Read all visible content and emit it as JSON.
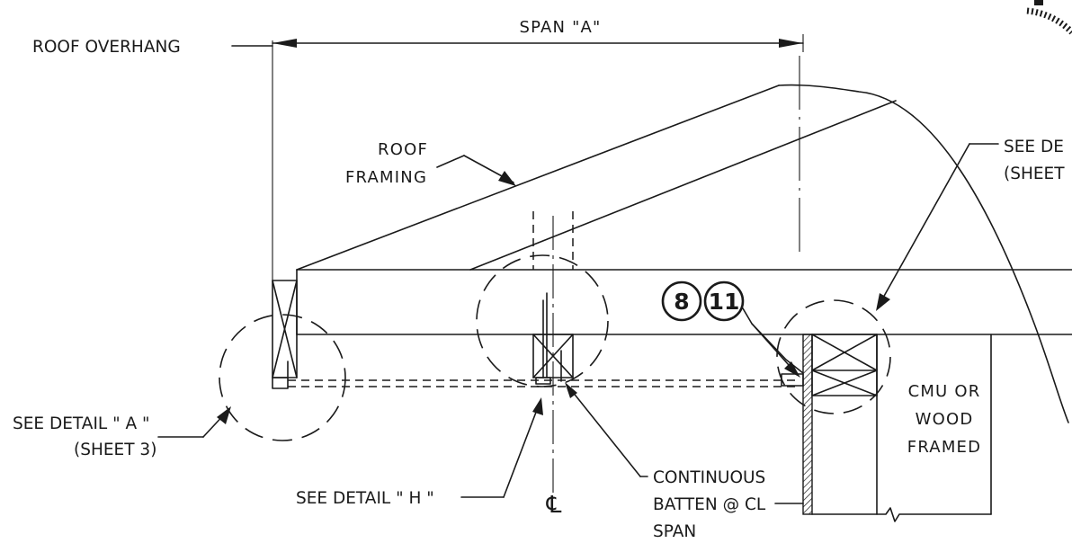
{
  "labels": {
    "span": "SPAN \"A\"",
    "roof_overhang": "ROOF OVERHANG",
    "roof_framing_1": "ROOF",
    "roof_framing_2": "FRAMING",
    "see_detail_right_1": "SEE DE",
    "see_detail_right_2": "(SHEET",
    "see_detail_a_1": "SEE DETAIL \" A \"",
    "see_detail_a_2": "(SHEET 3)",
    "see_detail_h": "SEE DETAIL \" H \"",
    "continuous_1": "CONTINUOUS",
    "continuous_2": "BATTEN @ CL",
    "continuous_3": "SPAN",
    "centerline": "℄",
    "cmu_1": "CMU OR",
    "cmu_2": "WOOD",
    "cmu_3": "FRAMED"
  },
  "callouts": [
    "8",
    "11"
  ]
}
